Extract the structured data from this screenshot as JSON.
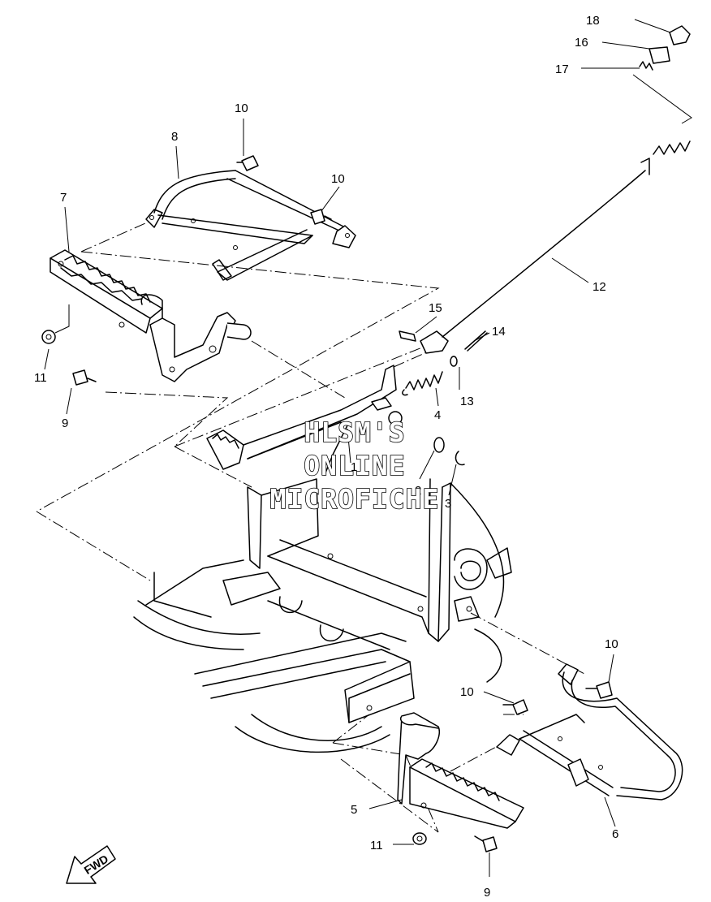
{
  "watermark": {
    "line1": "HLSM'S",
    "line2": "ONLINE",
    "line3": "MICROFICHE"
  },
  "direction_arrow": {
    "label": "FWD"
  },
  "callouts": {
    "c18": "18",
    "c16": "16",
    "c17": "17",
    "c10a": "10",
    "c8": "8",
    "c10b": "10",
    "c7": "7",
    "c12": "12",
    "c15": "15",
    "c14": "14",
    "c11a": "11",
    "c9a": "9",
    "c13": "13",
    "c4": "4",
    "c1": "1",
    "c2": "2",
    "c3": "3",
    "c10c": "10",
    "c10d": "10",
    "c5": "5",
    "c6": "6",
    "c11b": "11",
    "c9b": "9"
  }
}
